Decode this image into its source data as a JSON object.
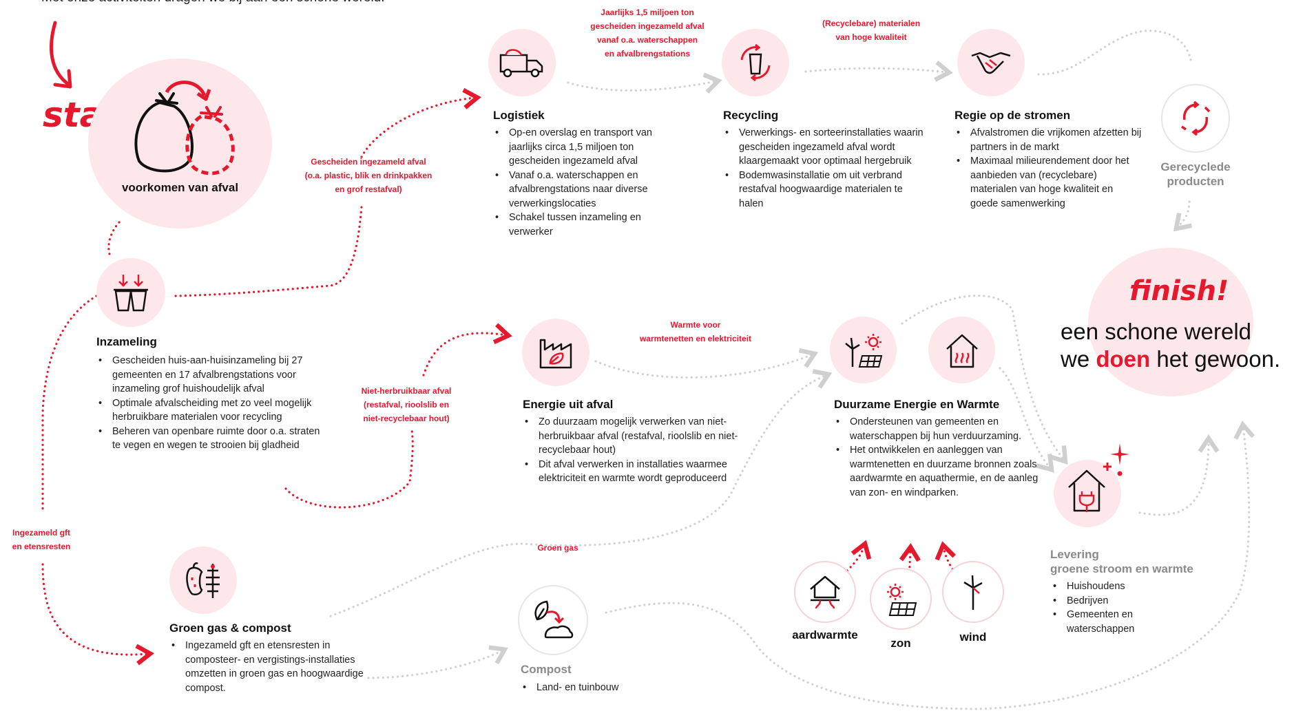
{
  "intro": "Met onze activiteiten dragen we bij aan een schone wereld.",
  "colors": {
    "accent": "#e4192e",
    "pink": "#fde7ea",
    "grey": "#8a8a8a"
  },
  "start": {
    "word": "start!",
    "label": "voorkomen van afval",
    "icon": "waste-bags-icon"
  },
  "inzameling": {
    "title": "Inzameling",
    "icon": "waste-bins-icon",
    "bullets": [
      "Gescheiden huis-aan-huisinzameling bij 27 gemeenten en 17 afvalbrengstations voor inzameling grof huishoudelijk afval",
      "Optimale afvalscheiding met zo veel mogelijk herbruikbare materialen voor recycling",
      "Beheren van openbare ruimte door o.a. straten te vegen en wegen te strooien bij gladheid"
    ]
  },
  "logistiek": {
    "title": "Logistiek",
    "icon": "truck-icon",
    "bullets": [
      "Op-en overslag en transport van jaarlijks circa 1,5 miljoen ton gescheiden ingezameld afval",
      "Vanaf o.a. waterschappen en afvalbrengstations naar diverse verwerkingslocaties",
      "Schakel tussen inzameling en verwerker"
    ]
  },
  "recycling": {
    "title": "Recycling",
    "icon": "recycle-bin-icon",
    "bullets": [
      "Verwerkings- en sorteerinstallaties waarin gescheiden ingezameld afval wordt klaargemaakt voor optimaal hergebruik",
      "Bodemwasinstallatie om uit verbrand restafval hoogwaardige materialen te halen"
    ]
  },
  "regie": {
    "title": "Regie op de stromen",
    "icon": "handshake-icon",
    "bullets": [
      "Afvalstromen die vrijkomen afzetten bij partners in de markt",
      "Maximaal milieurendement door het aanbieden van (recyclebare) materialen van hoge kwaliteit en goede samenwerking"
    ]
  },
  "gerecyclede": {
    "line1": "Gerecyclede",
    "line2": "producten",
    "icon": "recycle-arrows-icon"
  },
  "finish": {
    "word": "finish!",
    "line1": "een schone wereld",
    "line2_pre": "we ",
    "line2_em": "doen",
    "line2_post": " het gewoon."
  },
  "energie": {
    "title": "Energie uit afval",
    "icon": "factory-icon",
    "bullets": [
      "Zo duurzaam mogelijk verwerken van niet-herbruikbaar afval (restafval, rioolslib en niet-recyclebaar hout)",
      "Dit afval verwerken in installaties waarmee elektriciteit en warmte wordt geproduceerd"
    ]
  },
  "duurzaam": {
    "title": "Duurzame Energie en Warmte",
    "icon_left": "wind-solar-icon",
    "icon_right": "house-heat-icon",
    "bullets": [
      "Ondersteunen van gemeenten en waterschappen bij hun verduurzaming.",
      "Het ontwikkelen en aanleggen van warmtenetten en duurzame bronnen zoals aardwarmte en aquathermie, en de aanleg van zon- en windparken."
    ]
  },
  "sources": [
    {
      "label": "aardwarmte",
      "icon": "geothermal-icon"
    },
    {
      "label": "zon",
      "icon": "solar-icon"
    },
    {
      "label": "wind",
      "icon": "wind-turbine-icon"
    }
  ],
  "levering": {
    "title1": "Levering",
    "title2": "groene stroom en warmte",
    "icon": "house-plug-icon",
    "bullets": [
      "Huishoudens",
      "Bedrijven",
      "Gemeenten en waterschappen"
    ]
  },
  "groen": {
    "title": "Groen gas & compost",
    "icon": "food-waste-icon",
    "bullets": [
      "Ingezameld gft en etensresten in composteer- en vergistings-installaties omzetten in groen gas en hoogwaardige compost."
    ]
  },
  "compost": {
    "title": "Compost",
    "icon": "compost-icon",
    "bullets": [
      "Land- en tuinbouw"
    ]
  },
  "labels": {
    "jaarlijks": [
      "Jaarlijks 1,5 miljoen ton",
      "gescheiden ingezameld afval",
      "vanaf o.a. waterschappen",
      "en afvalbrengstations"
    ],
    "recyclebare": [
      "(Recyclebare) materialen",
      "van hoge kwaliteit"
    ],
    "gescheiden": [
      "Gescheiden ingezameld afval",
      "(o.a. plastic, blik en drinkpakken",
      "en grof restafval)"
    ],
    "niet_herbruikbaar": [
      "Niet-herbruikbaar afval",
      "(restafval, rioolslib en",
      "niet-recyclebaar hout)"
    ],
    "warmte": [
      "Warmte voor",
      "warmtenetten en elektriciteit"
    ],
    "gft": [
      "Ingezameld gft",
      "en etensresten"
    ],
    "groen_gas": "Groen gas"
  }
}
